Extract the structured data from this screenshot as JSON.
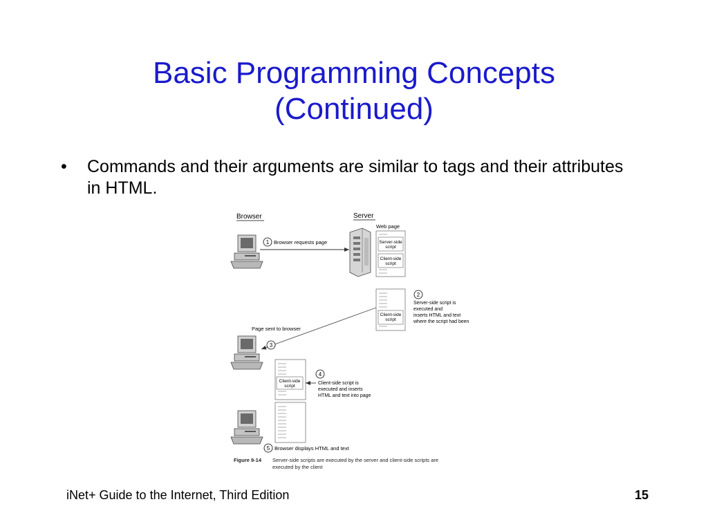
{
  "slide": {
    "title_line1": "Basic Programming Concepts",
    "title_line2": "(Continued)",
    "bullet_symbol": "•",
    "bullet_text": "Commands and their arguments are similar to tags and their attributes in HTML."
  },
  "figure": {
    "browser_heading": "Browser",
    "server_heading": "Server",
    "web_page_label": "Web page",
    "server_side_script_l1": "Server-side",
    "server_side_script_l2": "script",
    "client_side_script_l1": "Client-side",
    "client_side_script_l2": "script",
    "step1_num": "1",
    "step1_text": "Browser requests page",
    "step2_num": "2",
    "step2_l1": "Server-side script is",
    "step2_l2": "executed and",
    "step2_l3": "inserts HTML and text",
    "step2_l4": "where the script had been",
    "page_sent": "Page sent to browser",
    "step3_num": "3",
    "step4_num": "4",
    "step4_l1": "Client-side script is",
    "step4_l2": "executed and inserts",
    "step4_l3": "HTML and text into page",
    "step5_num": "5",
    "step5_text": "Browser displays HTML and text",
    "caption_label": "Figure 9-14",
    "caption_l1": "Server-side scripts are executed by the server and client-side scripts are",
    "caption_l2": "executed by the client"
  },
  "footer": {
    "book_title": "iNet+ Guide to the Internet, Third Edition",
    "page_number": "15"
  },
  "colors": {
    "title": "#1a1acc",
    "figure_line": "#555555"
  }
}
